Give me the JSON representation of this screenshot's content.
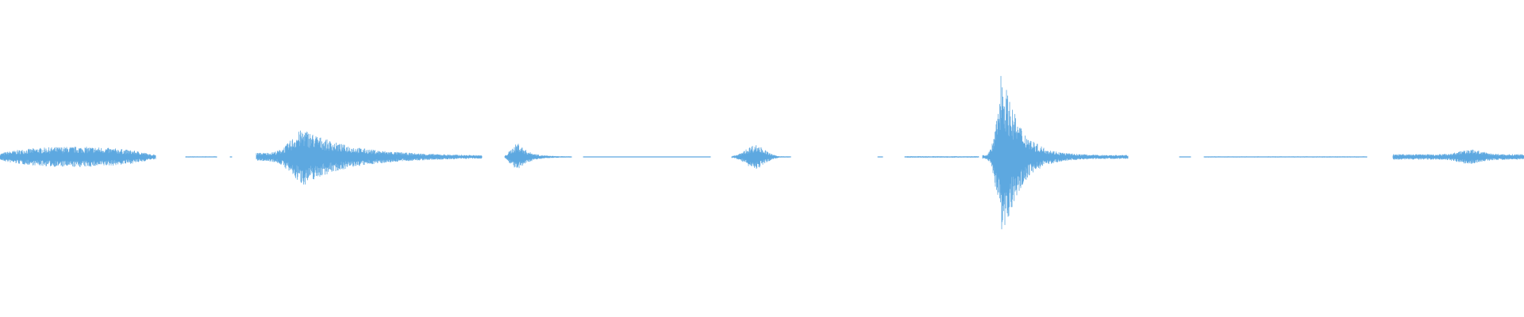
{
  "waveform": {
    "color": "#5DA8E0",
    "background": "#ffffff",
    "segments": [
      {
        "start": 0.0,
        "end": 0.102,
        "peak": 0.11,
        "shape": "plateau",
        "base": 0.03
      },
      {
        "start": 0.122,
        "end": 0.142,
        "peak": 0.01,
        "shape": "flat",
        "base": 0.006
      },
      {
        "start": 0.151,
        "end": 0.152,
        "peak": 0.01,
        "shape": "flat",
        "base": 0.004
      },
      {
        "start": 0.168,
        "end": 0.316,
        "peak": 0.29,
        "shape": "early-burst",
        "base": 0.015,
        "burstAt": 0.2
      },
      {
        "start": 0.331,
        "end": 0.375,
        "peak": 0.16,
        "shape": "attack",
        "base": 0.006
      },
      {
        "start": 0.383,
        "end": 0.466,
        "peak": 0.02,
        "shape": "flat",
        "base": 0.005
      },
      {
        "start": 0.48,
        "end": 0.519,
        "peak": 0.13,
        "shape": "bump",
        "base": 0.006
      },
      {
        "start": 0.576,
        "end": 0.579,
        "peak": 0.01,
        "shape": "flat",
        "base": 0.004
      },
      {
        "start": 0.594,
        "end": 0.642,
        "peak": 0.01,
        "shape": "flat",
        "base": 0.008
      },
      {
        "start": 0.645,
        "end": 0.74,
        "peak": 0.98,
        "shape": "spike",
        "base": 0.02,
        "burstAt": 0.657
      },
      {
        "start": 0.774,
        "end": 0.781,
        "peak": 0.01,
        "shape": "flat",
        "base": 0.005
      },
      {
        "start": 0.79,
        "end": 0.897,
        "peak": 0.01,
        "shape": "flat",
        "base": 0.006
      },
      {
        "start": 0.914,
        "end": 1.0,
        "peak": 0.08,
        "shape": "late-bump",
        "base": 0.03,
        "burstAt": 0.965
      }
    ]
  }
}
